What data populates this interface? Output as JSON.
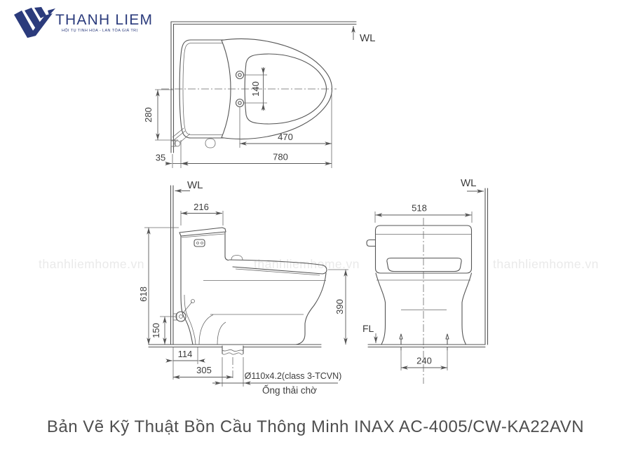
{
  "logo": {
    "brand": "THANH LIEM",
    "tagline": "HỘI TỤ TINH HOA - LAN TỎA GIÁ TRỊ"
  },
  "watermarks": {
    "left": "thanhliemhome.vn",
    "center": "thanhliemhome.vn",
    "right": "thanhliemhome.vn"
  },
  "caption": "Bản Vẽ Kỹ Thuật Bồn Cầu Thông Minh INAX AC-4005/CW-KA22AVN",
  "colors": {
    "brand_navy": "#2b3b7c",
    "line_gray": "#555555",
    "watermark_gray": "#eaeaea",
    "caption_gray": "#4e4e4e"
  },
  "top_view": {
    "wl": "WL",
    "d140": "140",
    "d470": "470",
    "d780": "780",
    "d35": "35",
    "d280": "280"
  },
  "side_view": {
    "wl": "WL",
    "d216": "216",
    "d618": "618",
    "d390": "390",
    "d150": "150",
    "d114": "114",
    "d305": "305",
    "pipe_spec": "Ø110x4.2(class 3-TCVN)",
    "pipe_note": "Ống thải chờ"
  },
  "front_view": {
    "wl": "WL",
    "fl": "FL",
    "d518": "518",
    "d240": "240"
  }
}
